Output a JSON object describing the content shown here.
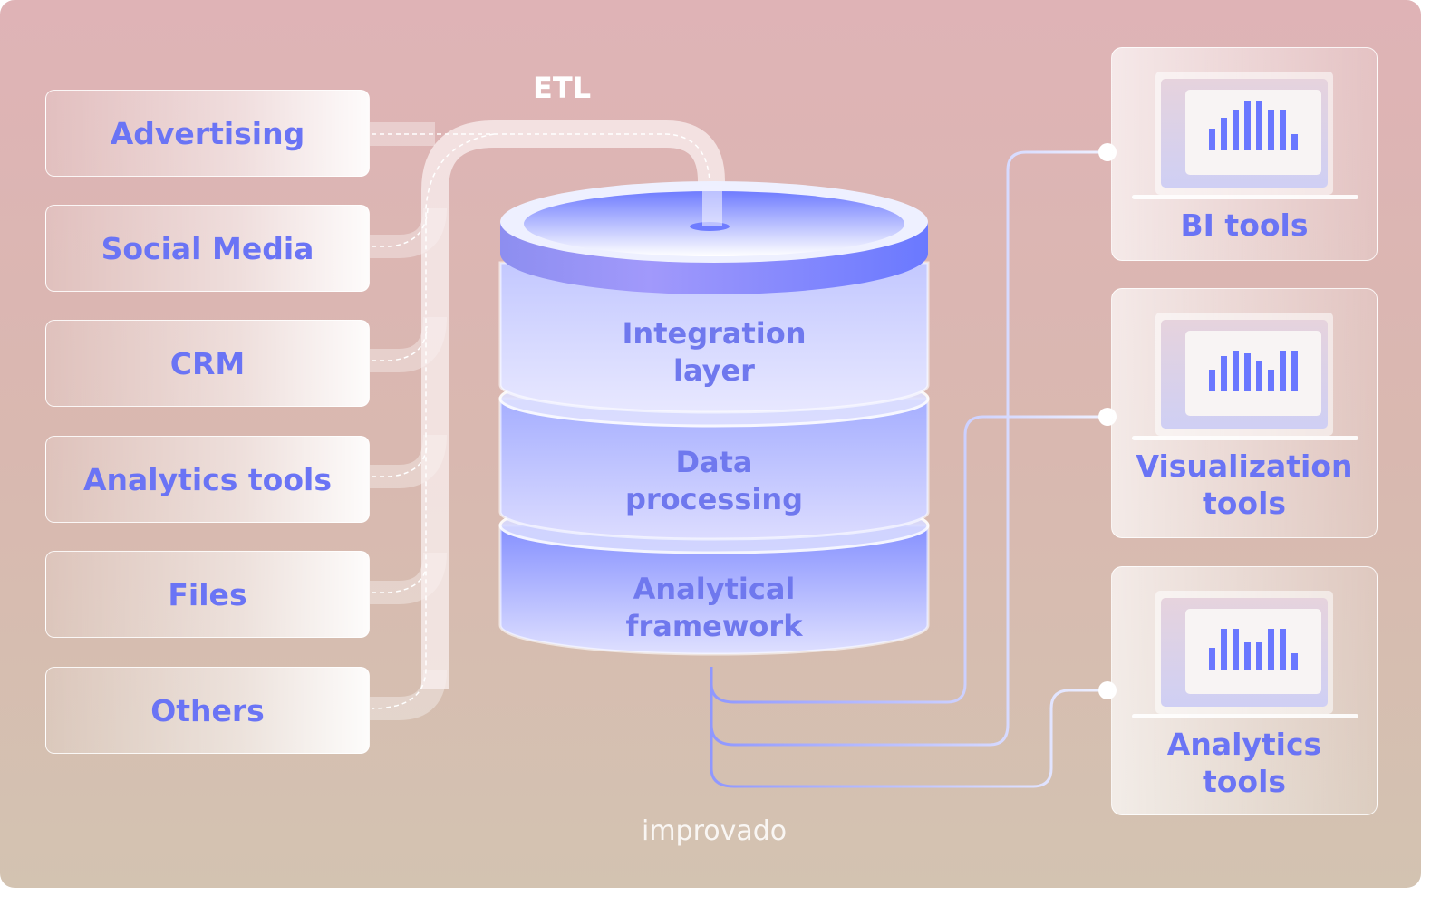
{
  "etl_label": "ETL",
  "sources": [
    "Advertising",
    "Social Media",
    "CRM",
    "Analytics tools",
    "Files",
    "Others"
  ],
  "layers": [
    {
      "line1": "Integration",
      "line2": "layer"
    },
    {
      "line1": "Data",
      "line2": "processing"
    },
    {
      "line1": "Analytical",
      "line2": "framework"
    }
  ],
  "outputs": [
    {
      "line1": "BI tools",
      "line2": "",
      "icon": "laptop-bar-chart-icon"
    },
    {
      "line1": "Visualization",
      "line2": "tools",
      "icon": "laptop-bar-chart-icon"
    },
    {
      "line1": "Analytics",
      "line2": "tools",
      "icon": "laptop-bar-chart-icon"
    }
  ],
  "logo": "improvado",
  "colors": {
    "accent": "#6a74f5",
    "pipe": "#f6ecec",
    "connector": "#8f97ff"
  }
}
